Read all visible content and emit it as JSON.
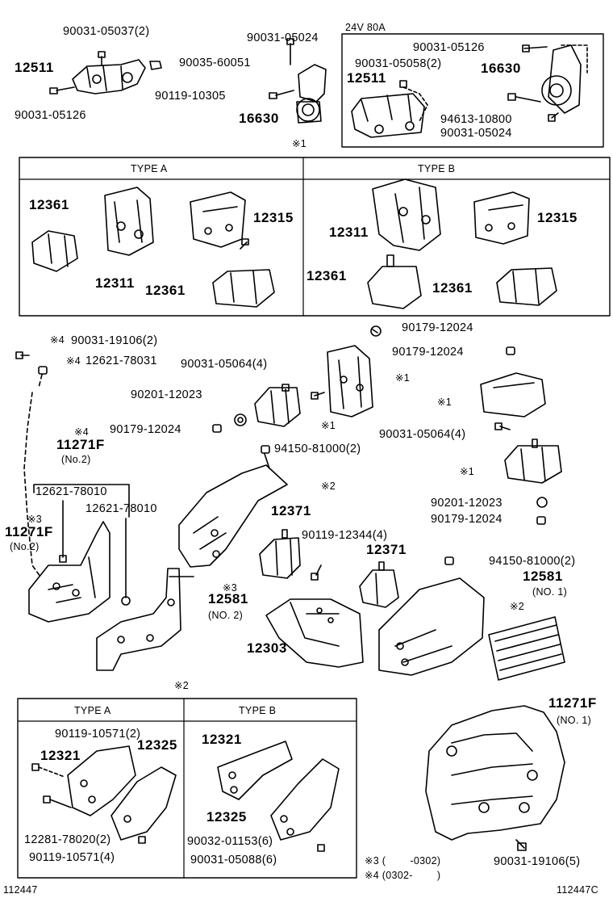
{
  "top": {
    "main": {
      "n1": "90031-05037(2)",
      "n2": "12511",
      "n3": "90031-05126",
      "n4": "90035-60051",
      "n5": "90031-05024",
      "n6": "90119-10305",
      "n7": "16630"
    },
    "box24v": {
      "title": "24V  80A",
      "n1": "90031-05126",
      "n2": "90031-05058(2)",
      "n3": "16630",
      "n4": "12511",
      "n5": "94613-10800",
      "n6": "90031-05024"
    }
  },
  "typebox1": {
    "marker": "※1",
    "type_a": "TYPE A",
    "type_b": "TYPE B",
    "a": {
      "p1": "12361",
      "p2": "12315",
      "p3": "12311",
      "p4": "12361"
    },
    "b": {
      "p1": "12311",
      "p2": "12315",
      "p3": "12361",
      "p4": "12361"
    }
  },
  "middle": {
    "l1": "※4",
    "l2": "90031-19106(2)",
    "l3": "※4",
    "l4": "12621-78031",
    "l5": "90031-05064(4)",
    "l6": "90201-12023",
    "l7": "90179-12024",
    "l8": "※1",
    "l9": "※1",
    "l10": "90179-12024",
    "l11": "90179-12024",
    "l12": "※1",
    "l13": "90031-05064(4)",
    "l14": "※1",
    "l15": "※4",
    "l16": "11271F",
    "l17": "(No.2)",
    "l18": "94150-81000(2)",
    "l19": "12621-78010",
    "l20": "※2",
    "l21": "12621-78010",
    "l22": "※3",
    "l23": "11271F",
    "l24": "(No.2)",
    "l25": "12371",
    "l26": "90201-12023",
    "l27": "90179-12024",
    "l28": "90119-12344(4)",
    "l29": "12371",
    "l30": "94150-81000(2)",
    "l31": "12581",
    "l32": "(NO. 1)",
    "l33": "※3",
    "l34": "12581",
    "l35": "(NO. 2)",
    "l36": "※2",
    "l37": "12303"
  },
  "typebox2": {
    "marker": "※2",
    "type_a": "TYPE A",
    "type_b": "TYPE B",
    "a": {
      "p1": "90119-10571(2)",
      "p2": "12321",
      "p3": "12325",
      "p4": "12281-78020(2)",
      "p5": "90119-10571(4)"
    },
    "b": {
      "p1": "12321",
      "p2": "12325",
      "p3": "90032-01153(6)",
      "p4": "90031-05088(6)"
    }
  },
  "bottom": {
    "p1": "11271F",
    "p2": "(NO. 1)",
    "p3": "90031-19106(5)",
    "note1": "※3 (        -0302)",
    "note2": "※4 (0302-        )",
    "code_left": "112447",
    "code_right": "112447C"
  }
}
